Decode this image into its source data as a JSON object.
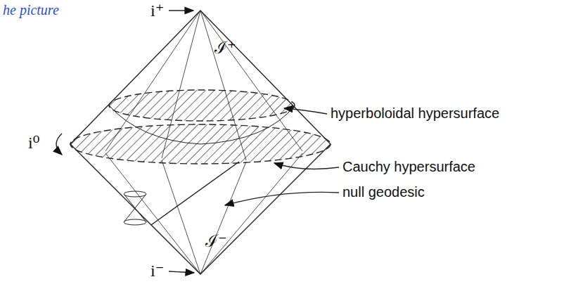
{
  "diagram": {
    "labels": [
      "he picture",
      "i⁺",
      "ℐ⁺",
      "hyperboloidal hypersurface",
      "i⁰",
      "Cauchy hypersurface",
      "null geodesic",
      "ℐ⁻",
      "i⁻"
    ]
  }
}
